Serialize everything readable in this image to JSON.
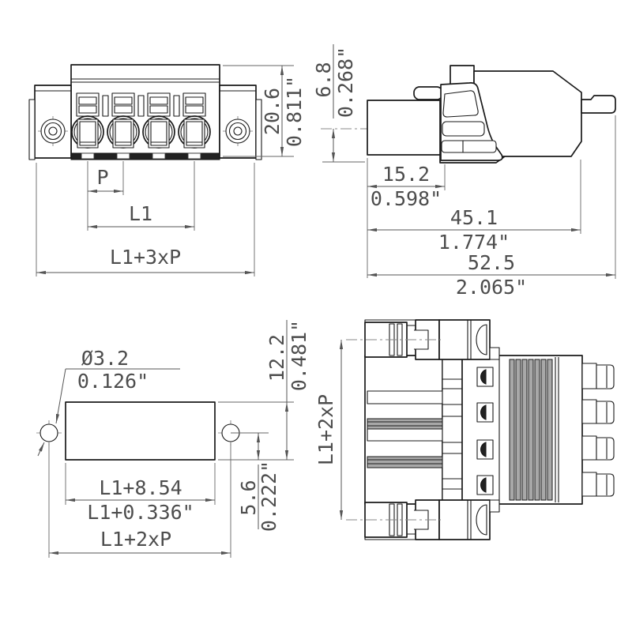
{
  "drawing": {
    "colors": {
      "line": "#1a1a1a",
      "dimension": "#555555",
      "text": "#4d4d4d",
      "rib_fill": "#a8a8a8",
      "background": "#ffffff"
    },
    "views": {
      "front": {
        "height_mm": "20.6",
        "height_in": "0.811\"",
        "pitch_label": "P",
        "l1_label": "L1",
        "overall_label": "L1+3xP"
      },
      "side": {
        "center_mm": "6.8",
        "center_in": "0.268\"",
        "d1_mm": "15.2",
        "d1_in": "0.598\"",
        "d2_mm": "45.1",
        "d2_in": "1.774\"",
        "d3_mm": "52.5",
        "d3_in": "2.065\""
      },
      "cutout": {
        "hole_mm": "Ø3.2",
        "hole_in": "0.126\"",
        "width_mm": "L1+8.54",
        "width_in": "L1+0.336\"",
        "height_mm": "12.2",
        "height_in": "0.481\"",
        "offset_mm": "5.6",
        "offset_in": "0.222\"",
        "spacing_label": "L1+2xP"
      },
      "top": {
        "spacing_label": "L1+2xP"
      }
    }
  }
}
